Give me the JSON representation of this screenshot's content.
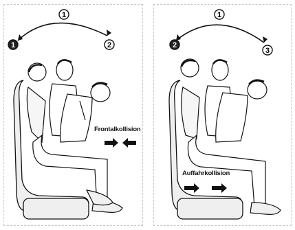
{
  "left_panel": {
    "top_marker": "1",
    "start_marker": "1",
    "end_marker": "2",
    "collision_label": "Frontalkollision"
  },
  "right_panel": {
    "top_marker": "1",
    "start_marker": "2",
    "end_marker": "3",
    "collision_label": "Auffahrkollision"
  },
  "colors": {
    "ink": "#111111",
    "seat": "#f2f2f2",
    "body": "#ffffff"
  },
  "icons": [
    "curved-arrow-icon",
    "collision-arrows-icon",
    "seat-icon",
    "occupant-figure-icon"
  ]
}
